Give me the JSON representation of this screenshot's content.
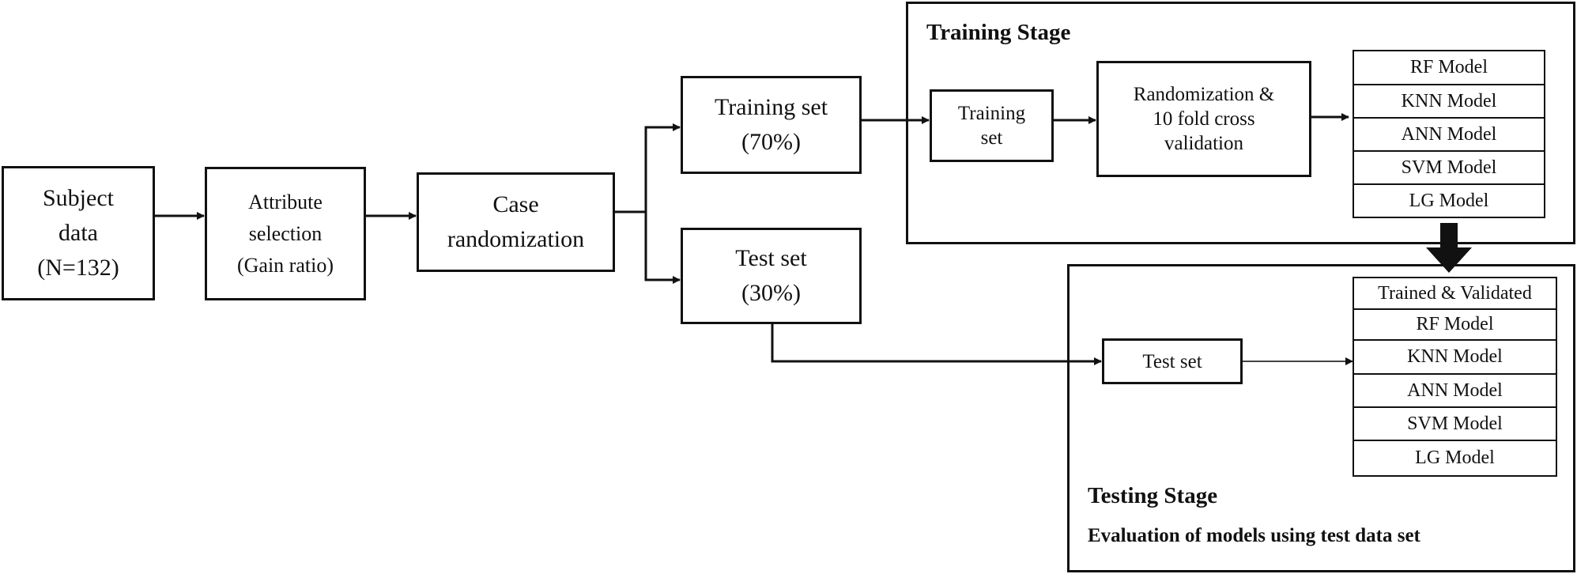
{
  "flow": {
    "subject_data": [
      "Subject",
      "data",
      "(N=132)"
    ],
    "attribute_selection": [
      "Attribute",
      "selection",
      "(Gain ratio)"
    ],
    "case_randomization": [
      "Case",
      "randomization"
    ],
    "training_set_split": [
      "Training set",
      "(70%)"
    ],
    "test_set_split": [
      "Test set",
      "(30%)"
    ]
  },
  "training_stage": {
    "title": "Training Stage",
    "training_set": [
      "Training",
      "set"
    ],
    "randomization_cv": [
      "Randomization &",
      "10 fold cross",
      "validation"
    ],
    "models": [
      "RF Model",
      "KNN Model",
      "ANN Model",
      "SVM Model",
      "LG Model"
    ]
  },
  "testing_stage": {
    "title": "Testing Stage",
    "subtitle": "Evaluation of models using test data set",
    "test_set": "Test set",
    "models": [
      "Trained & Validated",
      "RF Model",
      "KNN Model",
      "ANN Model",
      "SVM Model",
      "LG Model"
    ]
  }
}
